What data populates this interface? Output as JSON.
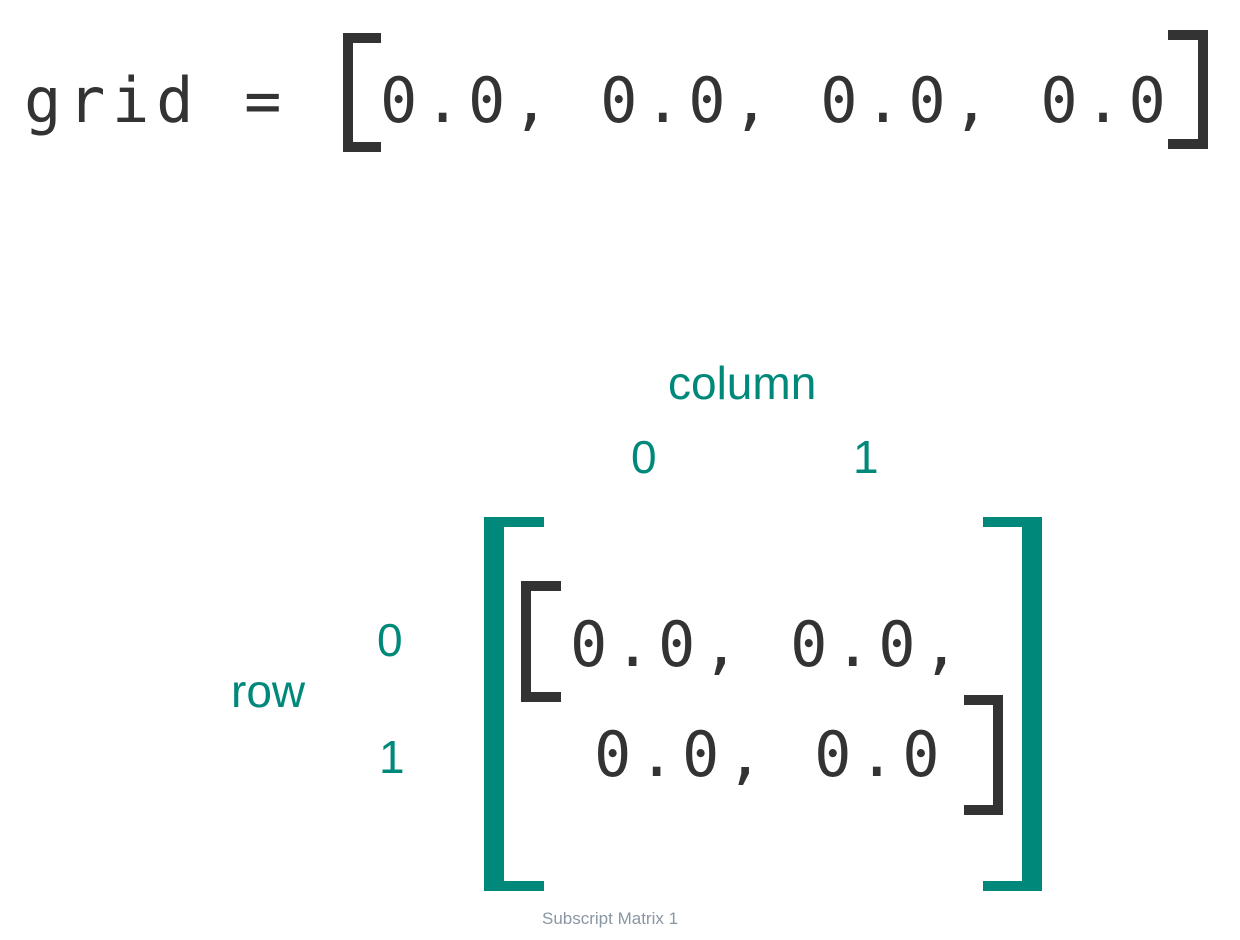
{
  "colors": {
    "accent": "#00897b",
    "code": "#333333",
    "caption": "#8a96a3"
  },
  "top_expression": {
    "lhs": "grid =",
    "values": "0.0, 0.0, 0.0, 0.0"
  },
  "matrix": {
    "column_label": "column",
    "column_indices": [
      "0",
      "1"
    ],
    "row_label": "row",
    "row_indices": [
      "0",
      "1"
    ],
    "rows": [
      "0.0, 0.0,",
      "0.0, 0.0"
    ]
  },
  "caption": "Subscript Matrix 1"
}
